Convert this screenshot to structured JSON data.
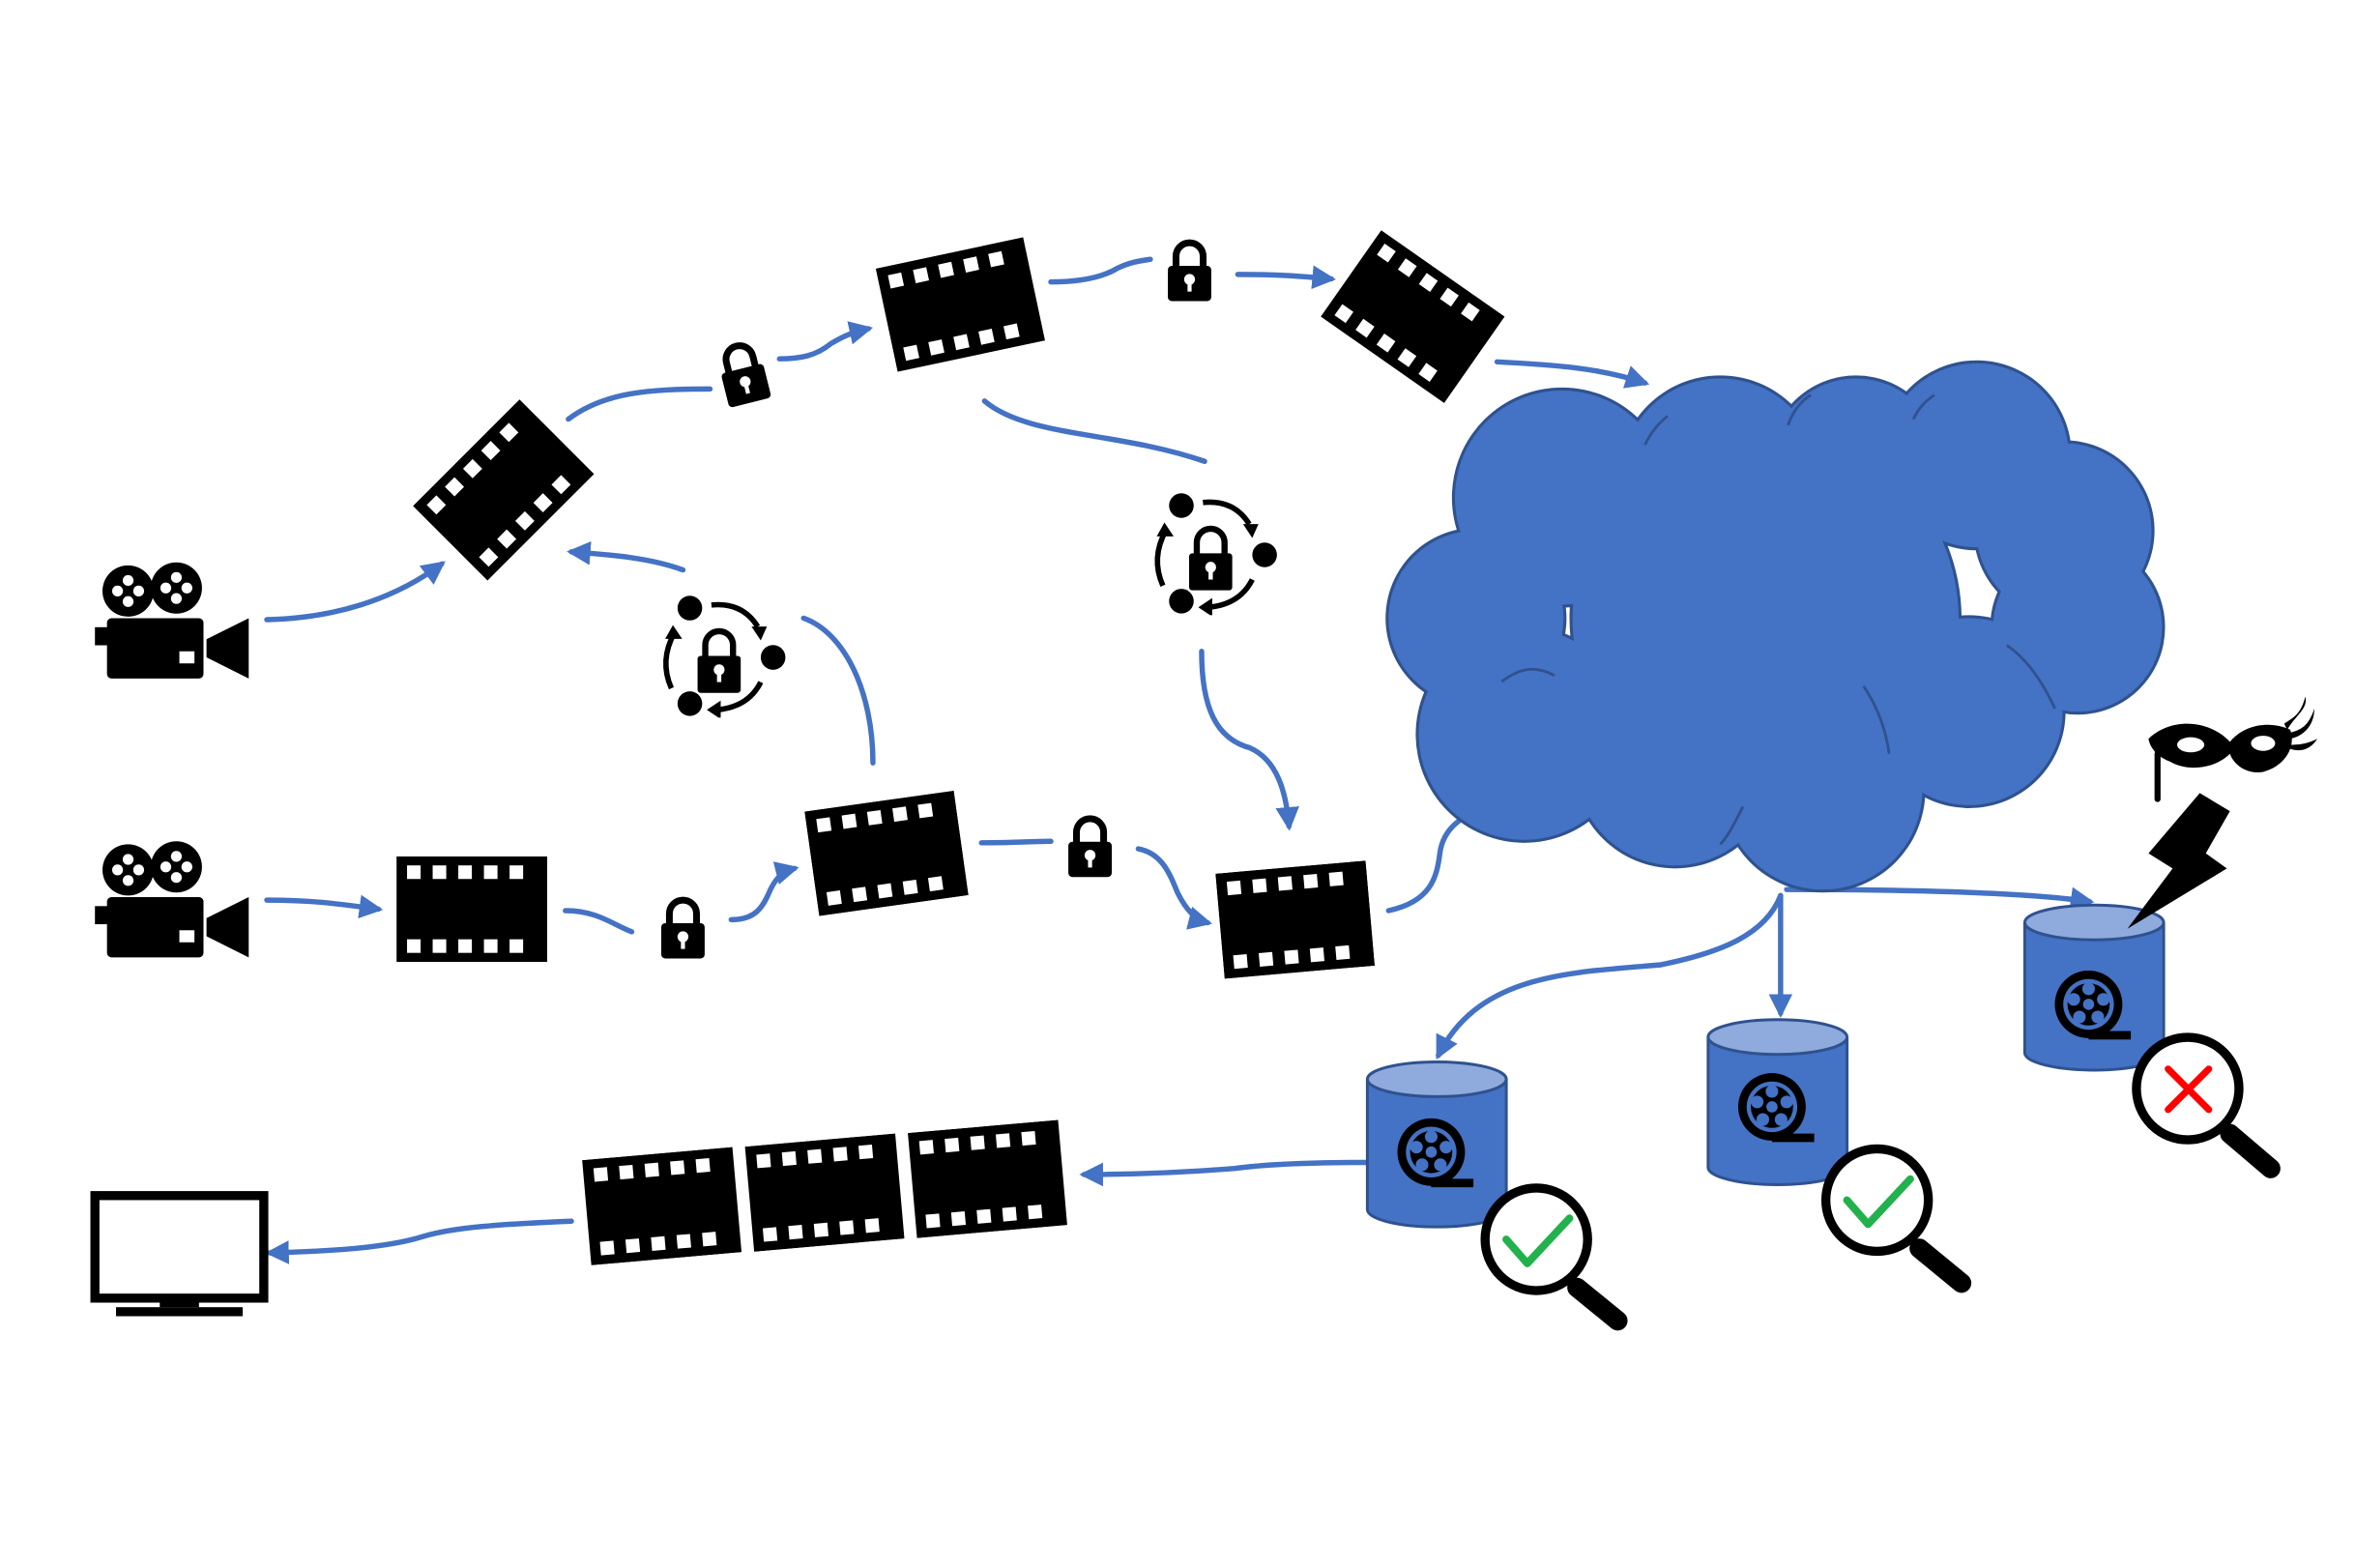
{
  "colors": {
    "background": "#ffffff",
    "arrow": "#4472c4",
    "cloud_fill": "#4472c4",
    "cloud_stroke": "#2f528f",
    "icon": "#000000",
    "database_fill": "#4472c4",
    "database_top": "#8faadc",
    "check": "#22b14c",
    "cross": "#ff0000"
  },
  "icons": {
    "camera": "video-camera-icon",
    "film": "film-strip-icon",
    "lock": "padlock-icon",
    "key_exchange": "key-exchange-icon",
    "cloud": "cloud-icon",
    "database": "video-database-icon",
    "magnifier_valid": "magnifier-check-icon",
    "magnifier_invalid": "magnifier-cross-icon",
    "attacker": "masked-attacker-icon",
    "lightning": "lightning-bolt-icon",
    "monitor": "monitor-icon"
  },
  "verification": [
    {
      "database": "database-left",
      "result": "valid"
    },
    {
      "database": "database-middle",
      "result": "valid"
    },
    {
      "database": "database-right",
      "result": "invalid"
    }
  ]
}
